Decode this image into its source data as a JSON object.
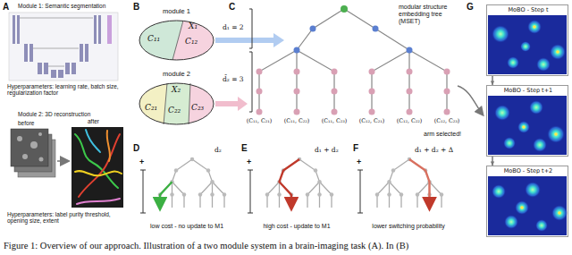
{
  "diagram": {
    "caption": "Figure 1: Overview of our approach. Illustration of a two module system in a brain-imaging task (A). In (B)",
    "nodes": [
      {
        "text": [
          "module 1",
          "X₁",
          "C₁₁",
          "C₁₂"
        ]
      },
      {
        "text": [
          "module 2",
          "X₂",
          "C₂₁",
          "C₂₂",
          "C₂₃"
        ]
      },
      {
        "text": [
          "MoBO - Step t"
        ]
      },
      {
        "text": [
          "MoBO - Step t+1"
        ]
      },
      {
        "text": [
          "MoBO - Step t+2"
        ]
      }
    ],
    "edges": [
      {
        "from": 2,
        "to": 3,
        "arrow": "to"
      },
      {
        "from": 3,
        "to": 4,
        "arrow": "to"
      }
    ],
    "labels": [
      "A",
      "Module 1: Semantic segmentation",
      "Hyperparameters: learning rate, batch size, regularization factor",
      "Module 2: 3D reconstruction",
      "before",
      "after",
      "Hyperparameters: label purity threshold, opening size, extent",
      "B",
      "C",
      "d₁ = 2",
      "modular structure embedding tree (MSET)",
      "d̄₂ = 3",
      "(C₁₁, C₂₁)",
      "(C₁₁, C₂₂)",
      "(C₁₁, C₂₃)",
      "(C₁₂, C₂₁)",
      "(C₁₂, C₂₂)",
      "(C₁₂, C₂₃)",
      "arm selected!",
      "D",
      "d₂",
      "+",
      "low cost - no update to M1",
      "E",
      "d₁ + d₂",
      "+",
      "high cost - update to M1",
      "F",
      "d₁ + d₂ + Δ",
      "+",
      "lower switching probability",
      "G"
    ]
  }
}
